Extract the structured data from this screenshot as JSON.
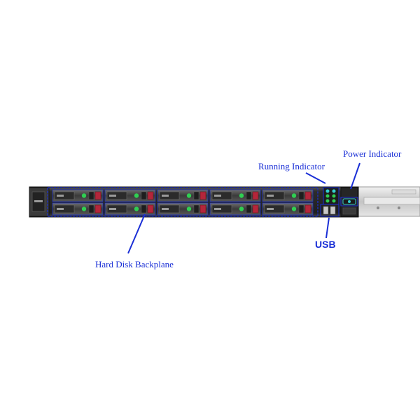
{
  "labels": {
    "power_indicator": "Power Indicator",
    "running_indicator": "Running Indicator",
    "usb": "USB",
    "hard_disk_backplane": "Hard Disk Backplane"
  },
  "colors": {
    "annotation": "#1a2fd6",
    "chassis": "#2a2a2a",
    "drive_led_green": "#2fcf52",
    "drive_latch_red": "#b3263a",
    "status_led": "#34d0d0",
    "rail_silver": "#c9c9c9"
  },
  "drive_bays": {
    "rows": 2,
    "columns": 5
  },
  "status_led_count": 6,
  "usb_port_count": 2
}
